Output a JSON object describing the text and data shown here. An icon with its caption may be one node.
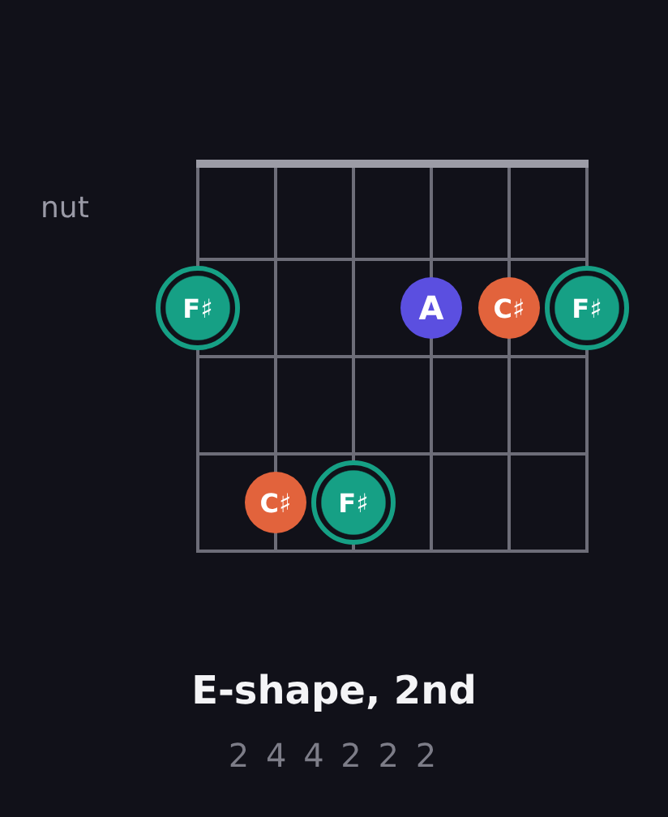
{
  "diagram": {
    "title": "E-shape, 2nd",
    "caption": "2 4 4 2 2 2",
    "nodes": [
      {
        "text": [
          "F♯"
        ]
      },
      {
        "text": [
          "A"
        ]
      },
      {
        "text": [
          "C♯"
        ]
      },
      {
        "text": [
          "F♯"
        ]
      },
      {
        "text": [
          "C♯"
        ]
      },
      {
        "text": [
          "F♯"
        ]
      }
    ],
    "labels": [
      "nut"
    ]
  }
}
